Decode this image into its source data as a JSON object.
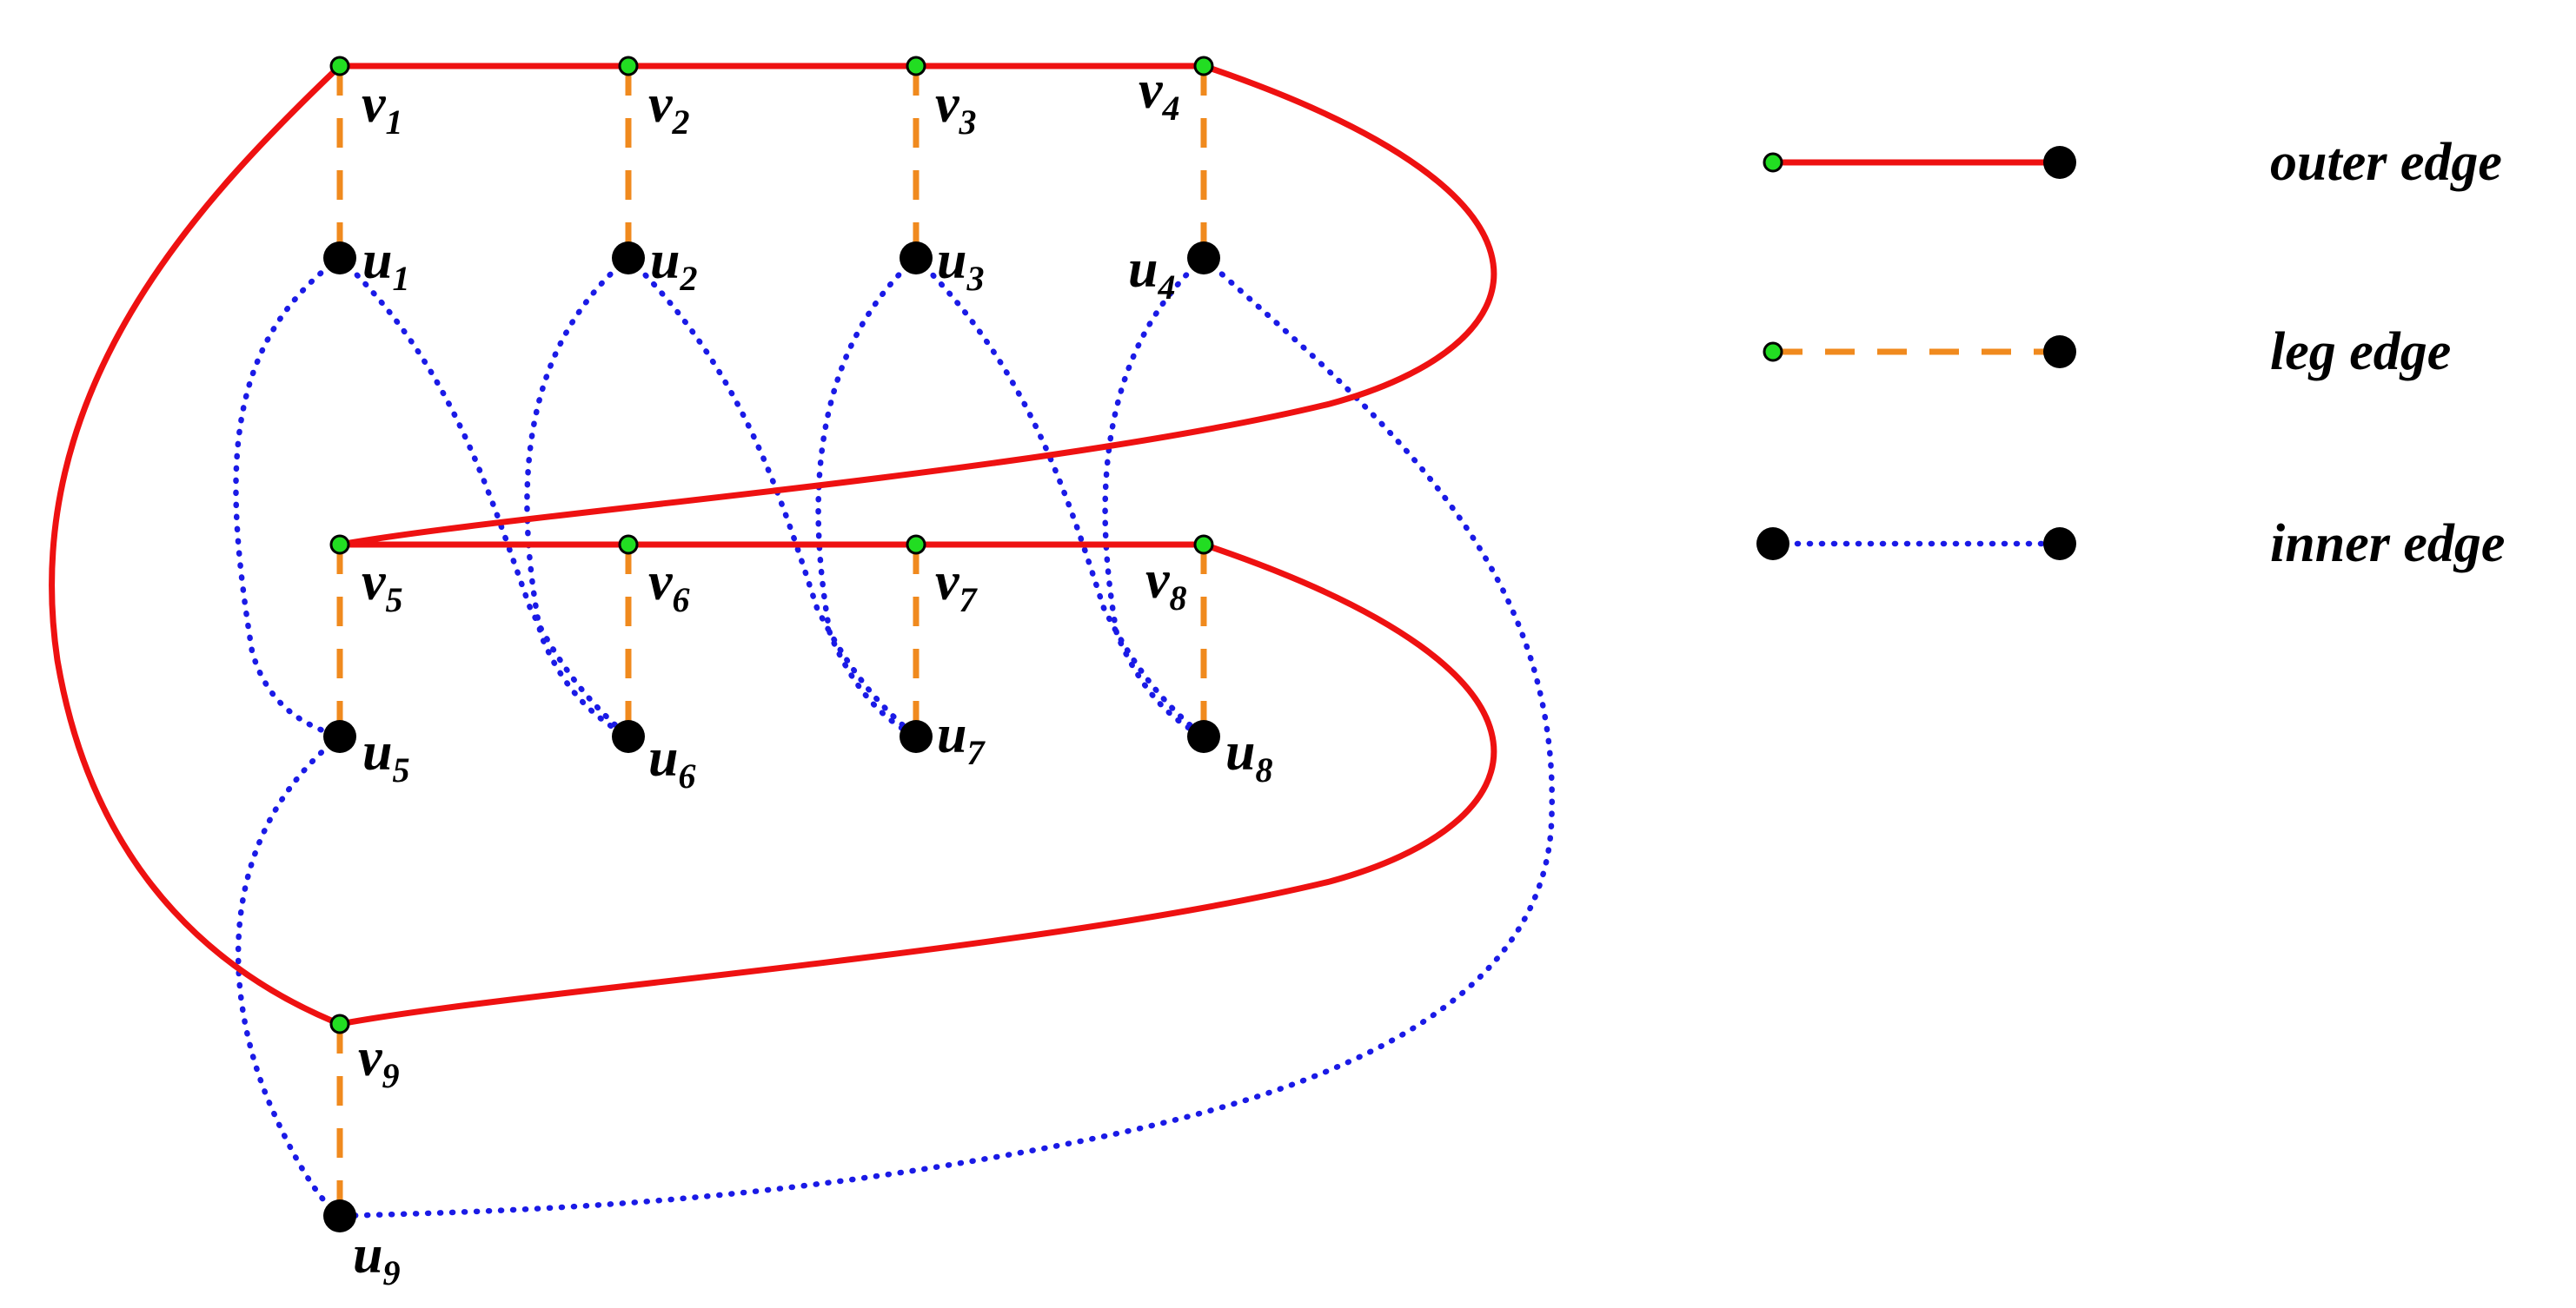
{
  "colors": {
    "outer_edge": "#ee1111",
    "leg_edge": "#f08a1e",
    "inner_edge": "#1a1ae6",
    "v_node_fill": "#22dd22",
    "u_node_fill": "#000000",
    "label": "#000000"
  },
  "graph": {
    "v_nodes": [
      {
        "id": "v1",
        "letter": "v",
        "index": "1"
      },
      {
        "id": "v2",
        "letter": "v",
        "index": "2"
      },
      {
        "id": "v3",
        "letter": "v",
        "index": "3"
      },
      {
        "id": "v4",
        "letter": "v",
        "index": "4"
      },
      {
        "id": "v5",
        "letter": "v",
        "index": "5"
      },
      {
        "id": "v6",
        "letter": "v",
        "index": "6"
      },
      {
        "id": "v7",
        "letter": "v",
        "index": "7"
      },
      {
        "id": "v8",
        "letter": "v",
        "index": "8"
      },
      {
        "id": "v9",
        "letter": "v",
        "index": "9"
      }
    ],
    "u_nodes": [
      {
        "id": "u1",
        "letter": "u",
        "index": "1"
      },
      {
        "id": "u2",
        "letter": "u",
        "index": "2"
      },
      {
        "id": "u3",
        "letter": "u",
        "index": "3"
      },
      {
        "id": "u4",
        "letter": "u",
        "index": "4"
      },
      {
        "id": "u5",
        "letter": "u",
        "index": "5"
      },
      {
        "id": "u6",
        "letter": "u",
        "index": "6"
      },
      {
        "id": "u7",
        "letter": "u",
        "index": "7"
      },
      {
        "id": "u8",
        "letter": "u",
        "index": "8"
      },
      {
        "id": "u9",
        "letter": "u",
        "index": "9"
      }
    ],
    "outer_edges": [
      [
        "v1",
        "v2"
      ],
      [
        "v2",
        "v3"
      ],
      [
        "v3",
        "v4"
      ],
      [
        "v5",
        "v6"
      ],
      [
        "v6",
        "v7"
      ],
      [
        "v7",
        "v8"
      ],
      [
        "v4",
        "v5"
      ],
      [
        "v8",
        "v9"
      ],
      [
        "v1",
        "v9"
      ]
    ],
    "leg_edges": [
      [
        "v1",
        "u1"
      ],
      [
        "v2",
        "u2"
      ],
      [
        "v3",
        "u3"
      ],
      [
        "v4",
        "u4"
      ],
      [
        "v5",
        "u5"
      ],
      [
        "v6",
        "u6"
      ],
      [
        "v7",
        "u7"
      ],
      [
        "v8",
        "u8"
      ],
      [
        "v9",
        "u9"
      ]
    ],
    "inner_edges": [
      [
        "u1",
        "u5"
      ],
      [
        "u1",
        "u6"
      ],
      [
        "u2",
        "u6"
      ],
      [
        "u2",
        "u7"
      ],
      [
        "u3",
        "u7"
      ],
      [
        "u3",
        "u8"
      ],
      [
        "u4",
        "u8"
      ],
      [
        "u4",
        "u9"
      ],
      [
        "u5",
        "u9"
      ]
    ]
  },
  "legend": [
    {
      "key": "outer",
      "label": "outer edge"
    },
    {
      "key": "leg",
      "label": "leg edge"
    },
    {
      "key": "inner",
      "label": "inner edge"
    }
  ]
}
